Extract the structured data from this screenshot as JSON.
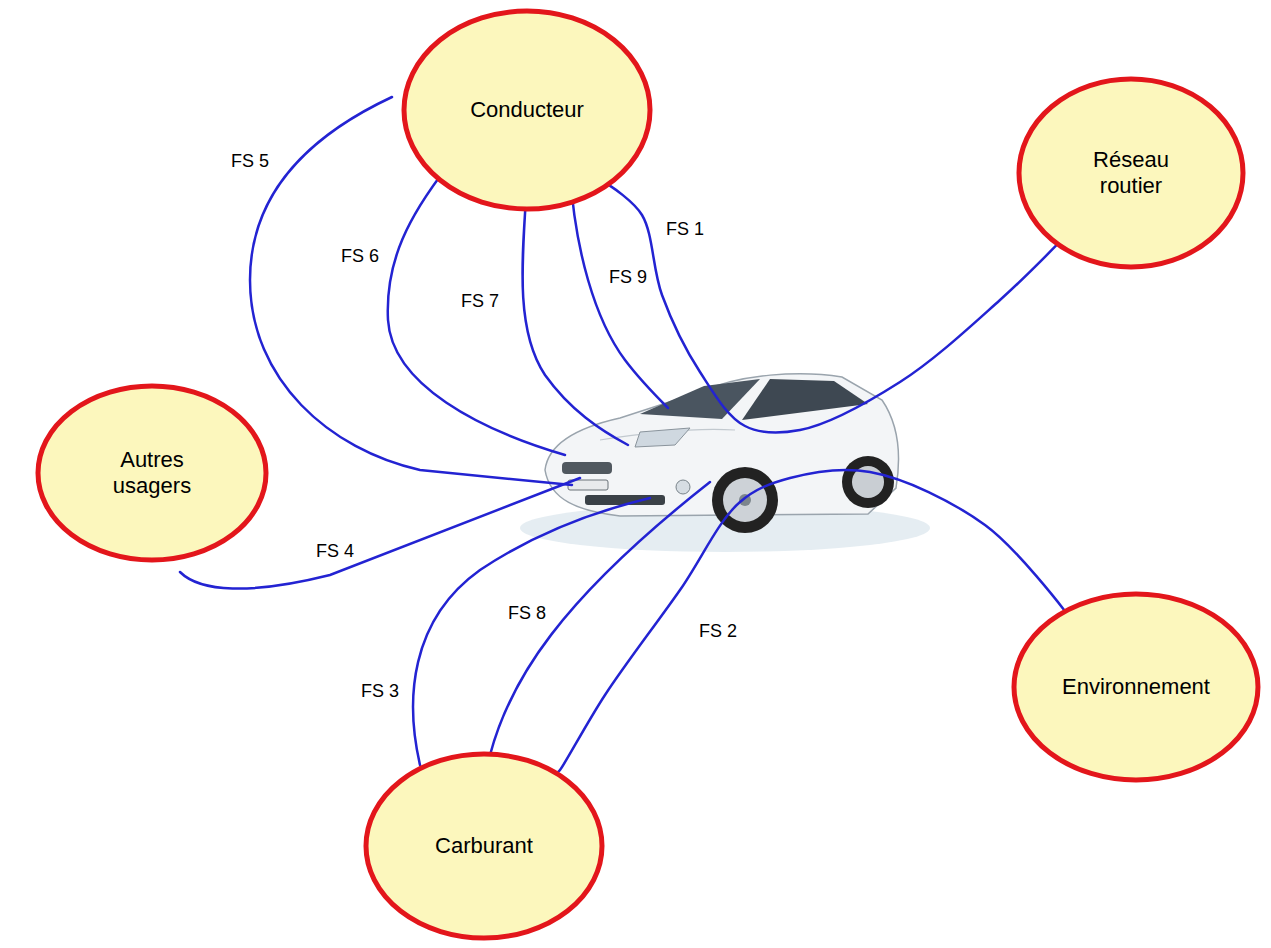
{
  "diagram": {
    "nodes": [
      {
        "text": [
          "Conducteur"
        ]
      },
      {
        "text": [
          "Réseau routier"
        ]
      },
      {
        "text": [
          "Autres usagers"
        ]
      },
      {
        "text": [
          "Environnement"
        ]
      },
      {
        "text": [
          "Carburant"
        ]
      }
    ],
    "edges": [
      {
        "from": 0,
        "to": 1,
        "label": "FS 1",
        "arrow": "none"
      },
      {
        "from": 4,
        "to": 3,
        "label": "FS 2",
        "arrow": "none"
      }
    ],
    "labels": [
      "FS 5",
      "FS 6",
      "FS 9",
      "FS 7",
      "FS 4",
      "FS 8",
      "FS 3"
    ]
  }
}
